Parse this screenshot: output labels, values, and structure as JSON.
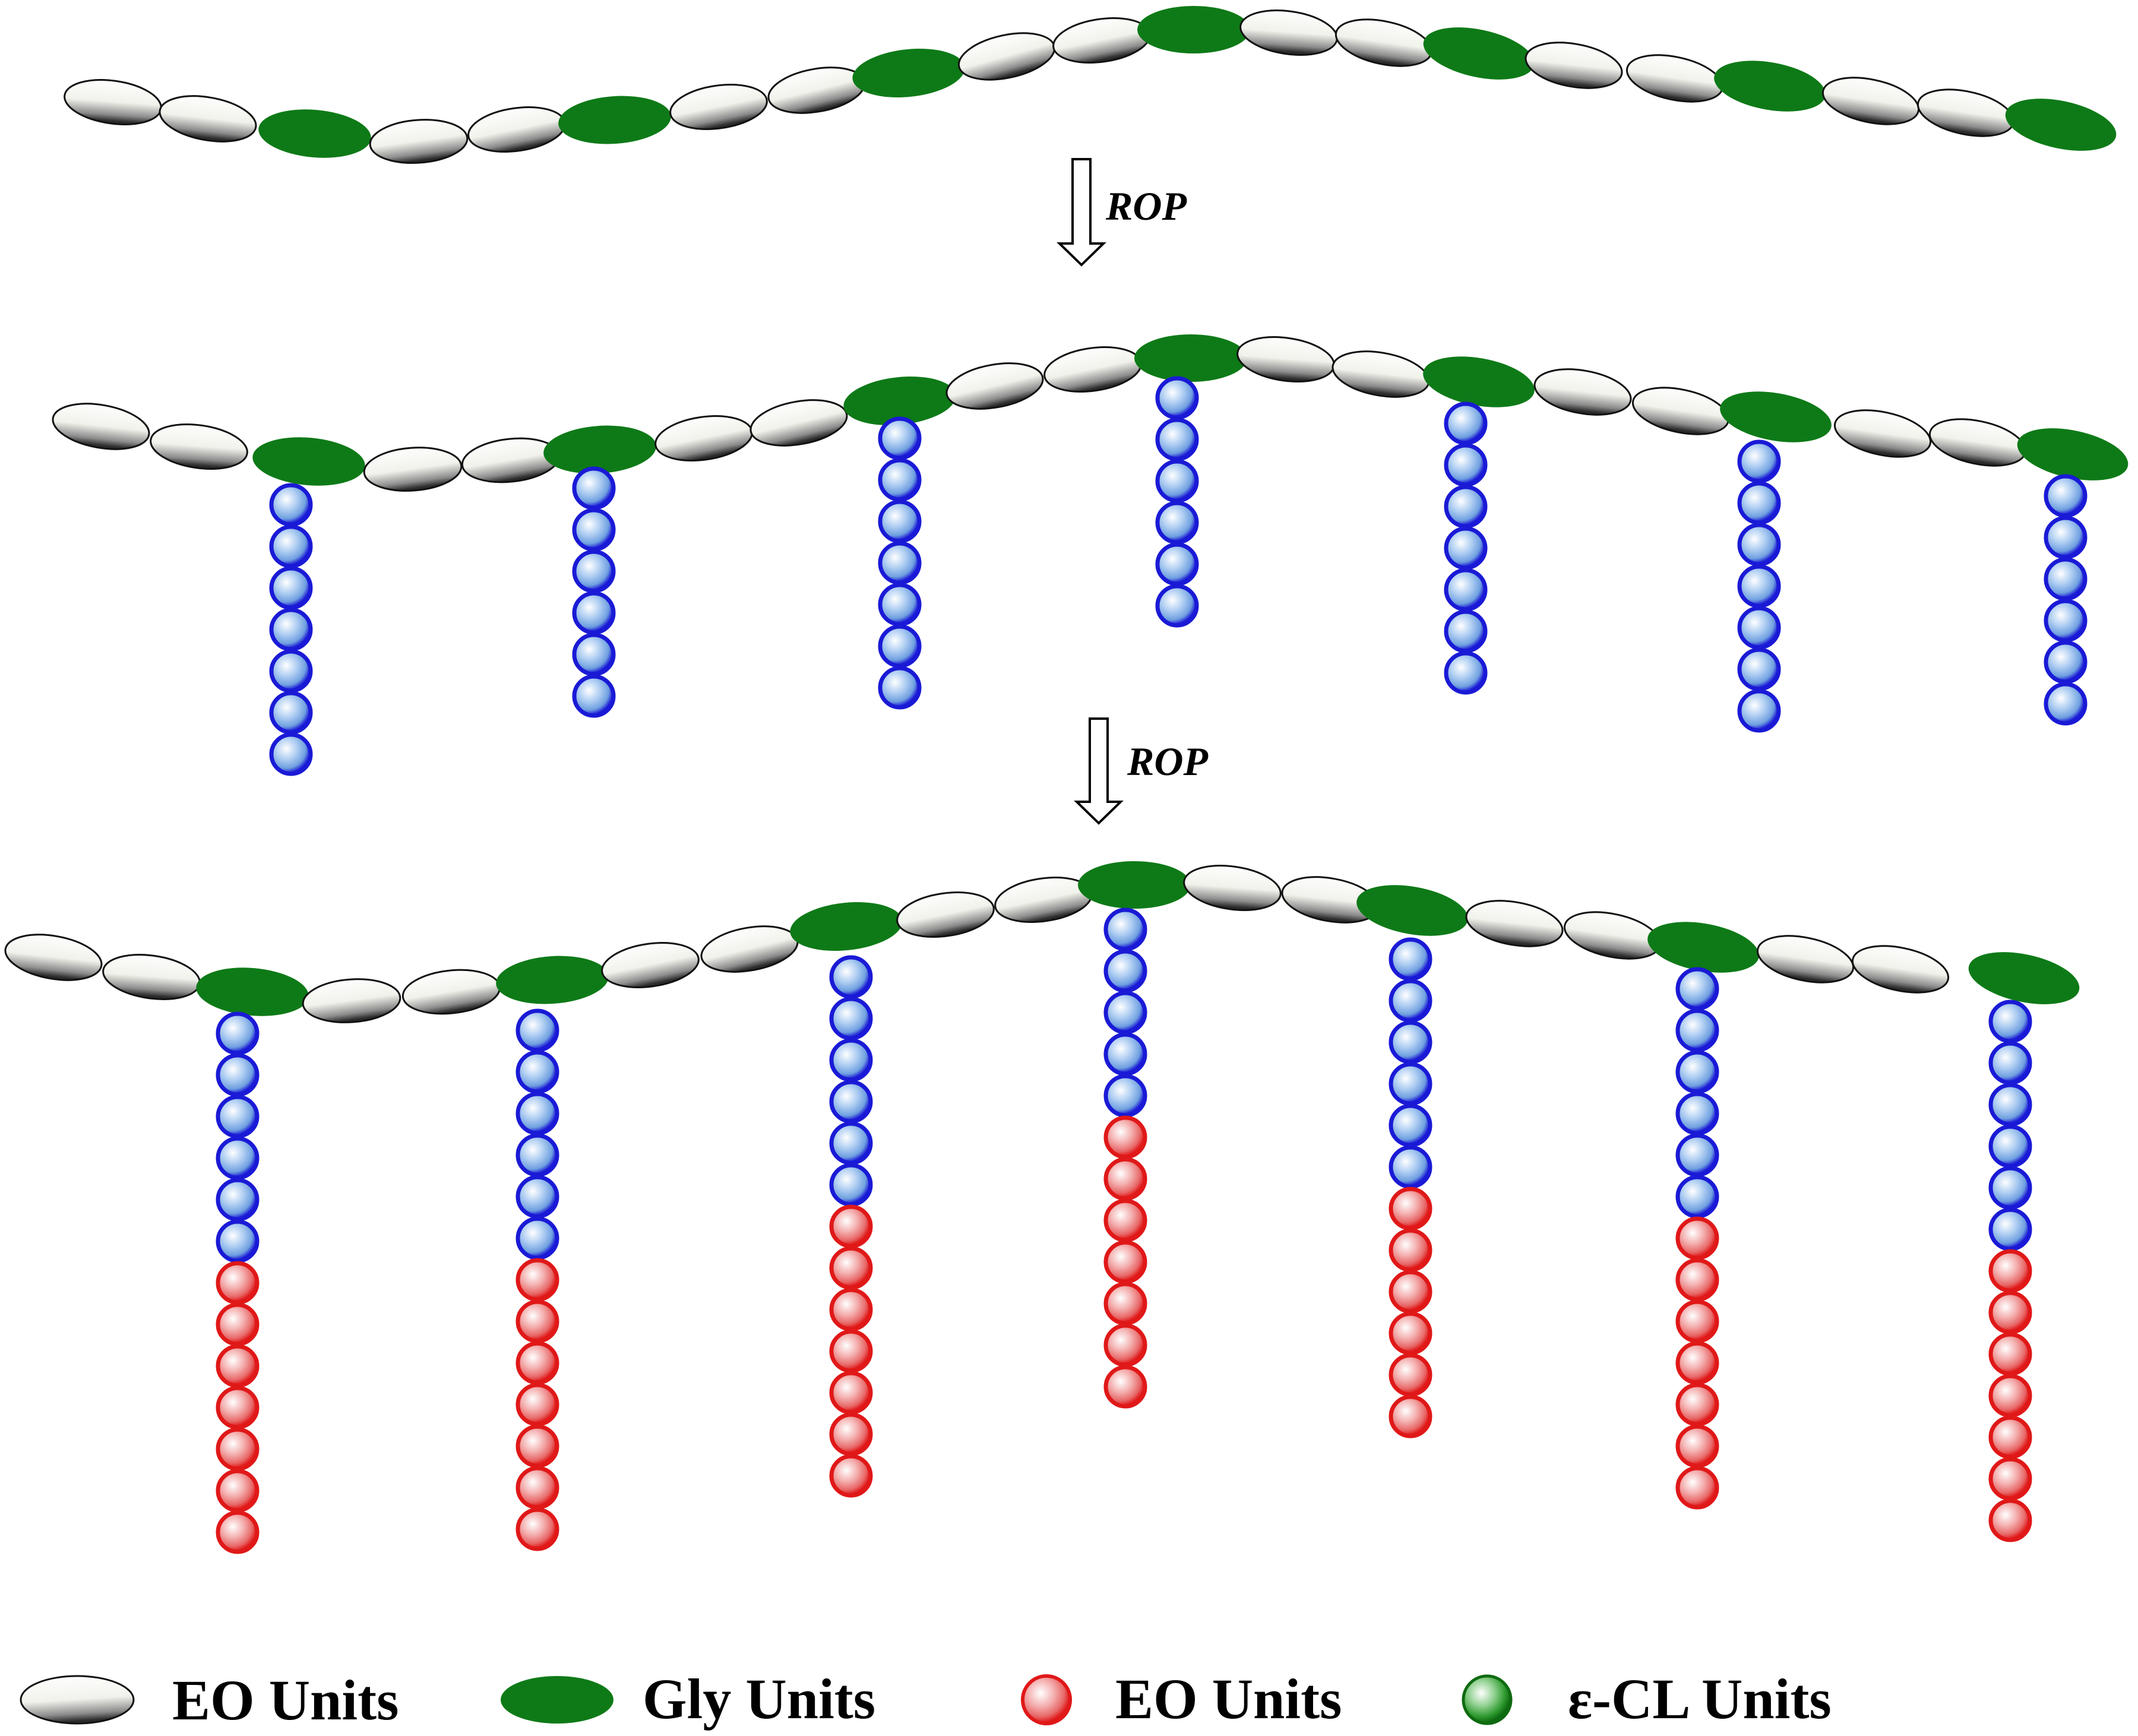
{
  "steps": [
    {
      "label": "ROP"
    },
    {
      "label": "ROP"
    }
  ],
  "legend": [
    {
      "label": "EO Units",
      "icon": "white-ellipse-icon"
    },
    {
      "label": "Gly Units",
      "icon": "green-ellipse-icon"
    },
    {
      "label": "EO Units",
      "icon": "red-sphere-icon"
    },
    {
      "label": "ε-CL Units",
      "icon": "green-sphere-icon"
    }
  ],
  "colors": {
    "eo_chain_unit": "#f2f2ec",
    "gly_unit": "#0e7a17",
    "cl_bead_rim": "#1a1ad6",
    "eo_bead_rim": "#e01818"
  }
}
